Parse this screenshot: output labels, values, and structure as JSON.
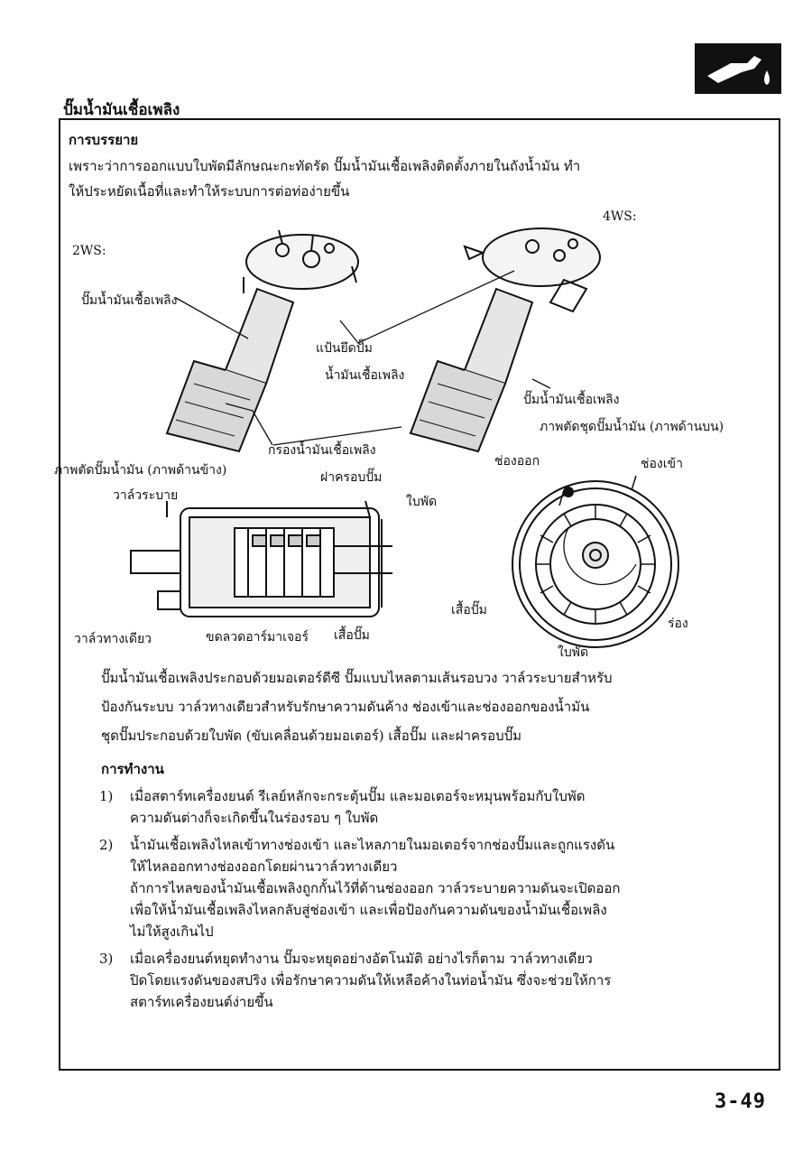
{
  "section_title": "ปั๊มน้ำมันเชื้อเพลิง",
  "description": {
    "heading": "การบรรยาย",
    "line1": "เพราะว่าการออกแบบใบพัดมีลักษณะกะทัดรัด  ปั๊มน้ำมันเชื้อเพลิงติดตั้งภายในถังน้ำมัน  ทำ",
    "line2": "ให้ประหยัดเนื้อที่และทำให้ระบบการต่อท่อง่ายขึ้น"
  },
  "labels": {
    "2ws": "2WS:",
    "4ws": "4WS:",
    "fuel_pump_left": "ปั๊มน้ำมันเชื้อเพลิง",
    "fuel_pump_right": "ปั๊มน้ำมันเชื้อเพลิง",
    "mount_plate_1": "แป้นยึดปั๊ม",
    "mount_plate_2": "น้ำมันเชื้อเพลิง",
    "fuel_filter": "กรองน้ำมันเชื้อเพลิง",
    "top_view": "ภาพตัดชุดปั๊มน้ำมัน (ภาพด้านบน)",
    "side_view": "ภาพตัดปั๊มน้ำมัน (ภาพด้านข้าง)",
    "relief_valve": "วาล์วระบาย",
    "pump_cover": "ฝาครอบปั๊ม",
    "impeller_side": "ใบพัด",
    "check_valve": "วาล์วทางเดียว",
    "armature": "ขดลวดอาร์มาเจอร์",
    "pump_casing_side": "เสื้อปั๊ม",
    "outlet": "ช่องออก",
    "inlet": "ช่องเข้า",
    "pump_casing_top": "เสื้อปั๊ม",
    "groove": "ร่อง",
    "impeller_top": "ใบพัด"
  },
  "summary": {
    "line1": "ปั๊มน้ำมันเชื้อเพลิงประกอบด้วยมอเตอร์ดีซี ปั๊มแบบไหลตามเส้นรอบวง วาล์วระบายสำหรับ",
    "line2": "ป้องกันระบบ   วาล์วทางเดียวสำหรับรักษาความดันค้าง  ช่องเข้าและช่องออกของน้ำมัน",
    "line3": "ชุดปั๊มประกอบด้วยใบพัด (ขับเคลื่อนด้วยมอเตอร์)  เสื้อปั๊ม และฝาครอบปั๊ม"
  },
  "operation": {
    "heading": "การทำงาน",
    "steps": [
      {
        "num": "1)",
        "line1": "เมื่อสตาร์ทเครื่องยนต์   รีเลย์หลักจะกระตุ้นปั๊ม   และมอเตอร์จะหมุนพร้อมกับใบพัด",
        "line2": "ความดันต่างก็จะเกิดขึ้นในร่องรอบ ๆ ใบพัด"
      },
      {
        "num": "2)",
        "line1": "น้ำมันเชื้อเพลิงไหลเข้าทางช่องเข้า และไหลภายในมอเตอร์จากช่องปั๊มและถูกแรงดัน",
        "line2": "ให้ไหลออกทางช่องออกโดยผ่านวาล์วทางเดียว",
        "line3": "ถ้าการไหลของน้ำมันเชื้อเพลิงถูกกั้นไว้ที่ด้านช่องออก วาล์วระบายความดันจะเปิดออก",
        "line4": "เพื่อให้น้ำมันเชื้อเพลิงไหลกลับสู่ช่องเข้า   และเพื่อป้องกันความดันของน้ำมันเชื้อเพลิง",
        "line5": "ไม่ให้สูงเกินไป"
      },
      {
        "num": "3)",
        "line1": "เมื่อเครื่องยนต์หยุดทำงาน ปั๊มจะหยุดอย่างอัตโนมัติ    อย่างไรก็ตาม วาล์วทางเดียว",
        "line2": "ปิดโดยแรงดันของสปริง  เพื่อรักษาความดันให้เหลือค้างในท่อน้ำมัน   ซึ่งจะช่วยให้การ",
        "line3": "สตาร์ทเครื่องยนต์ง่ายขึ้น"
      }
    ]
  },
  "page_number": "3-49"
}
